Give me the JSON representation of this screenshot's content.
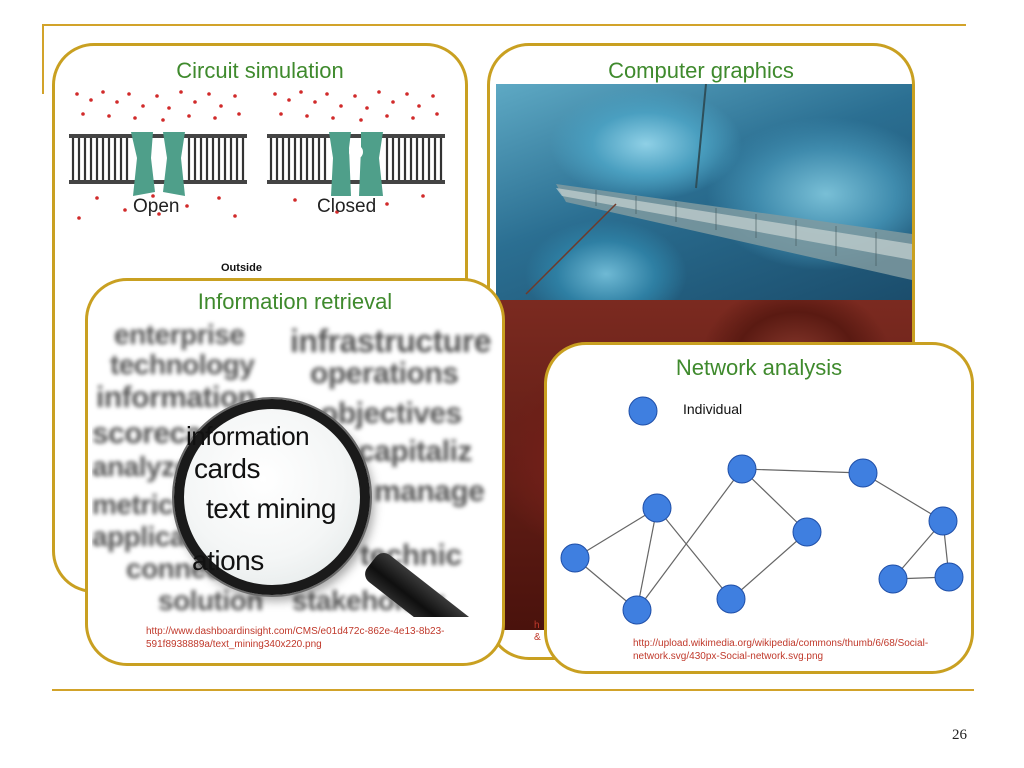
{
  "slide": {
    "page_number": "26"
  },
  "circuit_simulation": {
    "title": "Circuit simulation",
    "open_label": "Open",
    "closed_label": "Closed",
    "outside_label": "Outside"
  },
  "computer_graphics": {
    "title": "Computer graphics",
    "partial_url_line1": "h",
    "partial_url_line2": "&"
  },
  "information_retrieval": {
    "title": "Information retrieval",
    "url": "http://www.dashboardinsight.com/CMS/e01d472c-862e-4e13-8b23-591f8938889a/text_mining340x220.png",
    "cloud_words": [
      "enterprise",
      "infrastructure",
      "technology",
      "operations",
      "information",
      "objectives",
      "scorecards",
      "capitaliz",
      "analyze",
      "manage",
      "metrics",
      "applications",
      "connection",
      "technic",
      "solution",
      "stakeholder"
    ],
    "lens_words": [
      "information",
      "cards",
      "text mining",
      "ations"
    ]
  },
  "network_analysis": {
    "title": "Network analysis",
    "legend_label": "Individual",
    "url": "http://upload.wikimedia.org/wikipedia/commons/thumb/6/68/Social-network.svg/430px-Social-network.svg.png",
    "node_color": "#3f7fe0"
  },
  "colors": {
    "accent_gold": "#c9a021",
    "title_green": "#3f8a2d",
    "url_red": "#c0392b"
  }
}
